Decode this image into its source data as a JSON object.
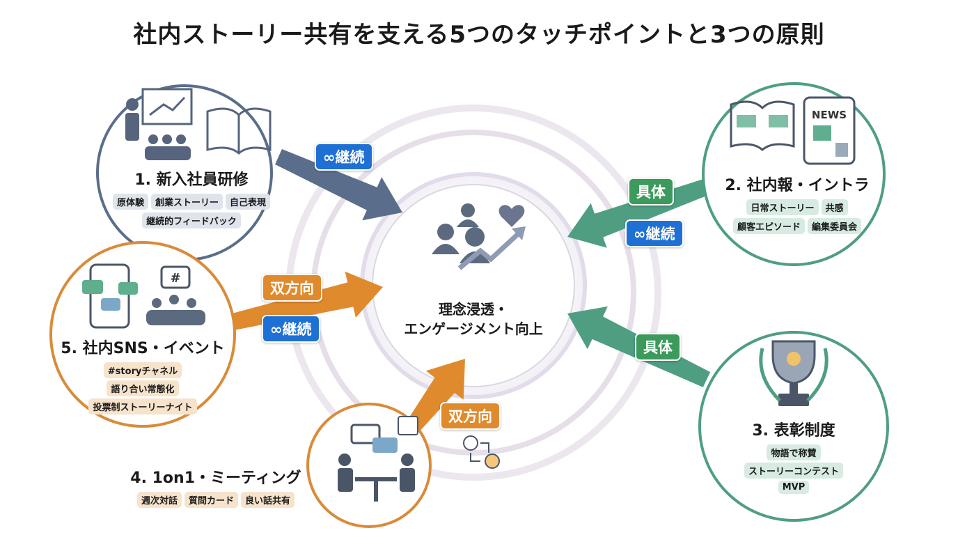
{
  "title": "社内ストーリー共有を支える5つのタッチポイントと3つの原則",
  "center": {
    "line1": "理念浸透・",
    "line2": "エンゲージメント向上"
  },
  "touchpoints": [
    {
      "name": "1. 新入社員研修",
      "tags": [
        "原体験",
        "創業ストーリー",
        "自己表現",
        "継続的フィードバック"
      ]
    },
    {
      "name": "2. 社内報・イントラ",
      "tags": [
        "日常ストーリー",
        "共感",
        "顧客エピソード",
        "編集委員会"
      ],
      "icon_text": "NEWS"
    },
    {
      "name": "3. 表彰制度",
      "tags": [
        "物語で称賛",
        "ストーリーコンテスト",
        "MVP"
      ]
    },
    {
      "name": "4. 1on1・ミーティング",
      "tags": [
        "週次対話",
        "質問カード",
        "良い話共有"
      ]
    },
    {
      "name": "5. 社内SNS・イベント",
      "tags": [
        "#storyチャネル",
        "語り合い常態化",
        "投票制ストーリーナイト"
      ],
      "icon_text": "#"
    }
  ],
  "badges": {
    "continuous": "∞継続",
    "concrete": "具体",
    "bidirectional": "双方向"
  },
  "colors": {
    "blue": "#5a6e8c",
    "green": "#4f9e82",
    "orange": "#d98b3a",
    "badge_blue": "#1f70d4",
    "badge_green": "#3b9a5c",
    "badge_orange": "#e08a2e"
  }
}
